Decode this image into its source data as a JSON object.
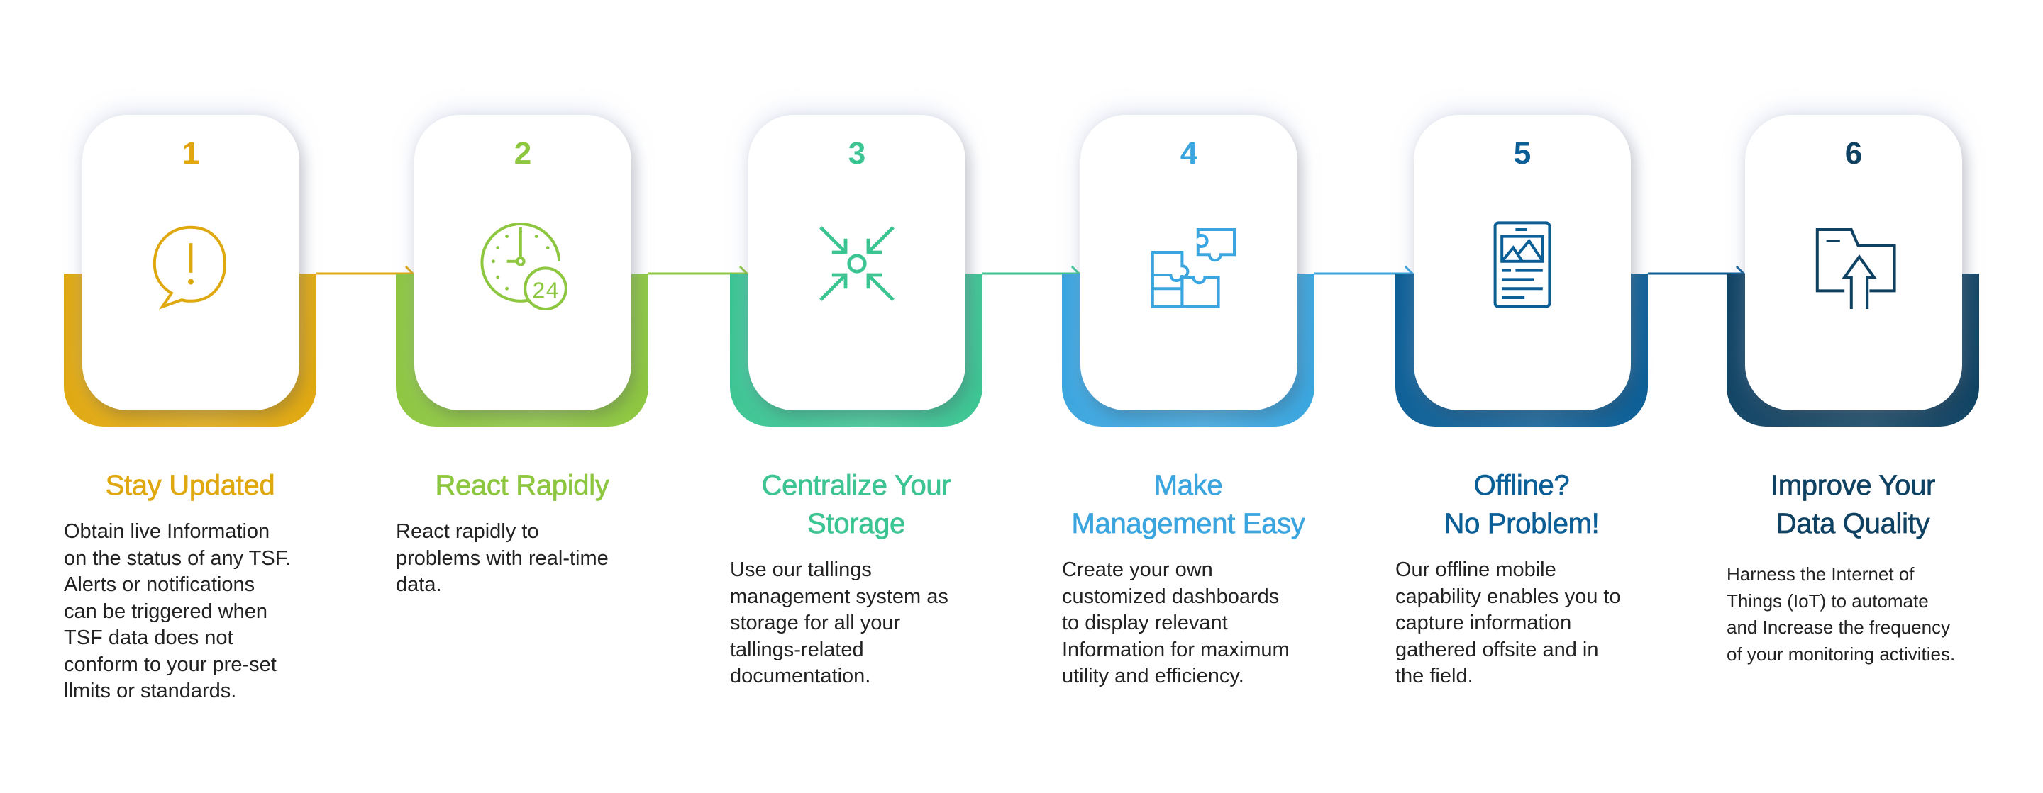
{
  "steps": [
    {
      "number": "1",
      "color": "#E0A80F",
      "icon": "alert-speech-bubble-icon",
      "title": [
        "Stay Updated"
      ],
      "body": [
        "Obtain live Information",
        "on the status of any TSF.",
        "Alerts or notifications",
        "can be triggered when",
        "TSF data does not",
        "conform to your pre-set",
        "llmits or standards."
      ]
    },
    {
      "number": "2",
      "color": "#8DC63F",
      "icon": "clock-24-icon",
      "title": [
        "React Rapidly"
      ],
      "body": [
        "React rapidly to",
        "problems with real-time",
        "data."
      ]
    },
    {
      "number": "3",
      "color": "#3CC493",
      "icon": "centralize-arrows-icon",
      "title": [
        "Centralize Your",
        "Storage"
      ],
      "body": [
        "Use our tallings",
        "management system as",
        "storage for all your",
        "tallings-related",
        "documentation."
      ]
    },
    {
      "number": "4",
      "color": "#3AA5DE",
      "icon": "puzzle-pieces-icon",
      "title": [
        "Make",
        "Management Easy"
      ],
      "body": [
        "Create your own",
        "customized dashboards",
        "to display relevant",
        "Information for maximum",
        "utility and efficiency."
      ]
    },
    {
      "number": "5",
      "color": "#0B5E96",
      "icon": "mobile-document-icon",
      "title": [
        "Offline?",
        "No Problem!"
      ],
      "body": [
        "Our offline mobile",
        "capability enables you to",
        "capture information",
        "gathered offsite and in",
        "the field."
      ]
    },
    {
      "number": "6",
      "color": "#0F4262",
      "icon": "folder-upload-icon",
      "title": [
        "Improve Your",
        "Data Quality"
      ],
      "body": [
        "Harness the Internet of",
        "Things (IoT) to automate",
        "and Increase the frequency",
        "of your monitoring activities."
      ]
    }
  ]
}
